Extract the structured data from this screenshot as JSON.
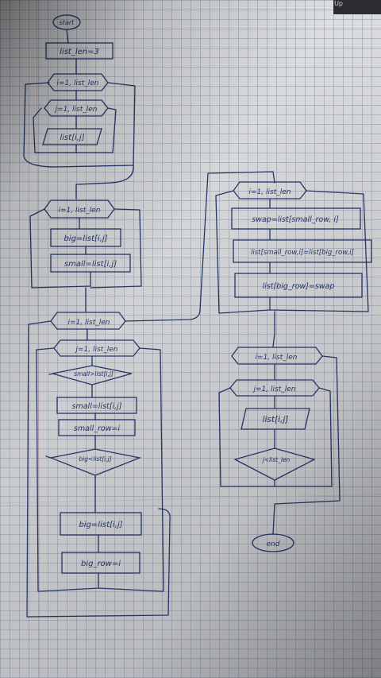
{
  "photo": {
    "corner_label": "Up"
  },
  "flowchart": {
    "start": "start",
    "init": "list_len=3",
    "loop1_outer": "i=1, list_len",
    "loop1_inner": "j=1, list_len",
    "read_cell": "list[i,j]",
    "loop2": "i=1, list_len",
    "assign_big": "big=list[i,j]",
    "assign_small": "small=list[i,j]",
    "loop3_outer": "i=1, list_len",
    "loop3_inner": "j=1, list_len",
    "cond_small": "small>list[i,j]",
    "set_small": "small=list[i,j]",
    "set_small_row": "small_row=i",
    "cond_big": "big<list[i,j]",
    "set_big": "big=list[i,j]",
    "set_big_row": "big_row=i",
    "loop4": "i=1, list_len",
    "swap1": "swap=list[small_row, i]",
    "swap2": "list[small_row,i]=list[big_row,i]",
    "swap3": "list[big_row]=swap",
    "loop5_outer": "i=1, list_len",
    "loop5_inner": "j=1, list_len",
    "print_cell": "list[i,j]",
    "cond_end": "j<list_len",
    "end": "end"
  }
}
